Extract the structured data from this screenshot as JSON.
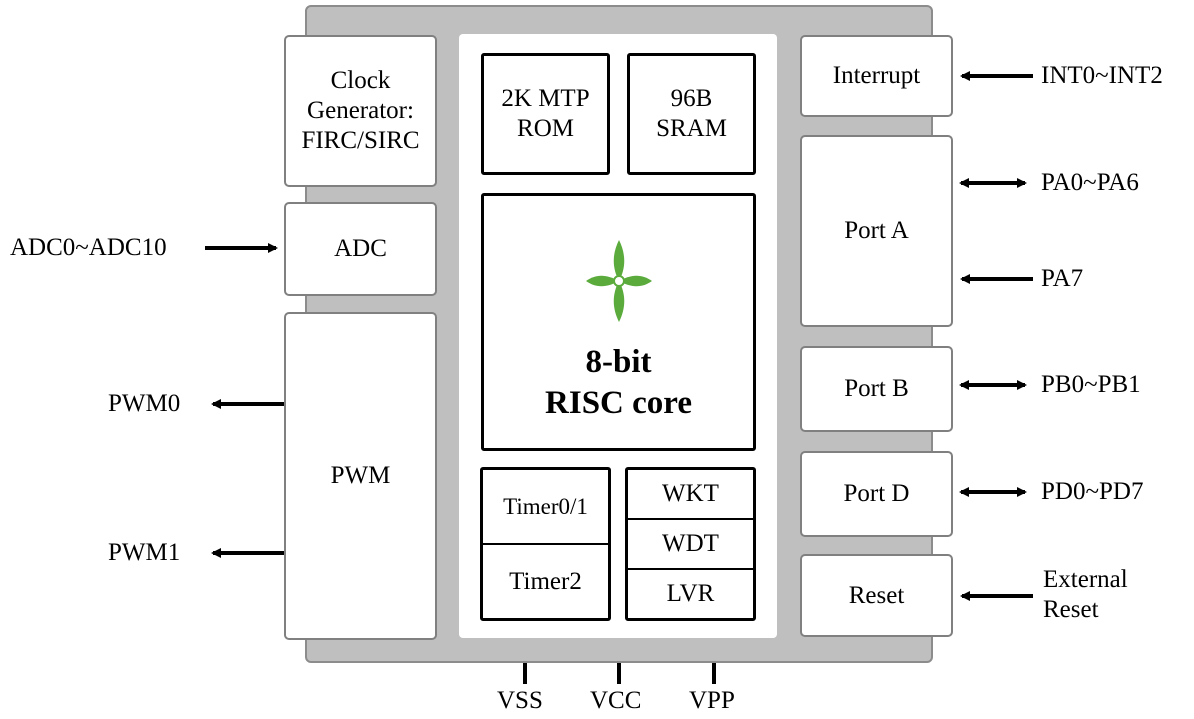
{
  "chip": {
    "memory": {
      "rom": "2K MTP\nROM",
      "sram": "96B\nSRAM"
    },
    "core": "8-bit\nRISC core",
    "timers": [
      "Timer0/1",
      "Timer2"
    ],
    "system": [
      "WKT",
      "WDT",
      "LVR"
    ],
    "left_blocks": {
      "clock": "Clock\nGenerator:\nFIRC/SIRC",
      "adc": "ADC",
      "pwm": "PWM"
    },
    "right_blocks": {
      "interrupt": "Interrupt",
      "port_a": "Port A",
      "port_b": "Port B",
      "port_d": "Port D",
      "reset": "Reset"
    }
  },
  "signals": {
    "adc": "ADC0~ADC10",
    "pwm0": "PWM0",
    "pwm1": "PWM1",
    "int": "INT0~INT2",
    "pa0_6": "PA0~PA6",
    "pa7": "PA7",
    "pb": "PB0~PB1",
    "pd": "PD0~PD7",
    "ext_reset": "External\nReset",
    "vss": "VSS",
    "vcc": "VCC",
    "vpp": "VPP"
  },
  "colors": {
    "chip_fill": "#bfbfbf",
    "logo_green": "#5aab3c"
  }
}
